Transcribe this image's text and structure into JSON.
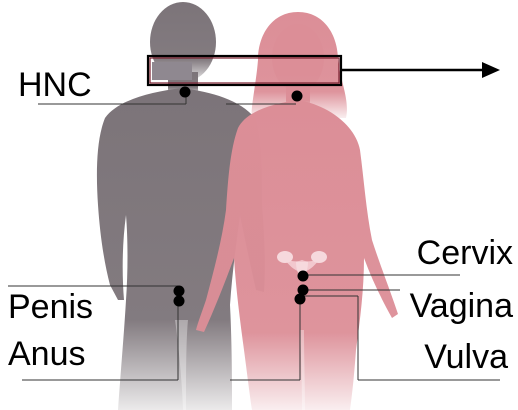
{
  "labels": {
    "hnc": "HNC",
    "penis": "Penis",
    "anus": "Anus",
    "cervix": "Cervix",
    "vagina": "Vagina",
    "vulva": "Vulva"
  },
  "colors": {
    "male_body": "#7c7479",
    "female_body": "#dc8e97",
    "female_highlight": "#f2c8ce",
    "marker": "#000000",
    "leader_line": "#333333",
    "callout_box": "#7a1f2e",
    "background": "#ffffff"
  },
  "icons": {
    "callout_arrow": "right-arrow-icon",
    "marker": "black-dot-marker"
  }
}
